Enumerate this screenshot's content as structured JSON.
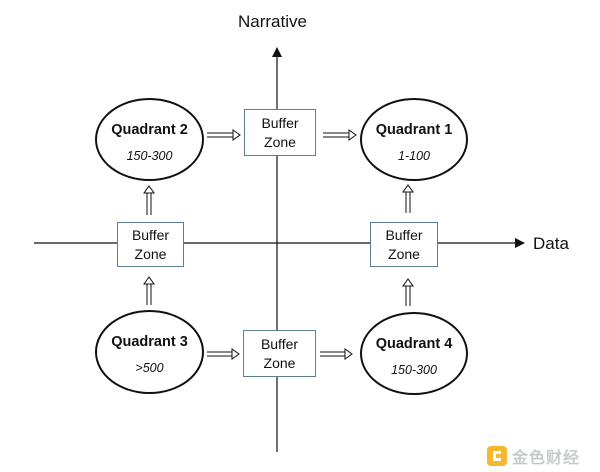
{
  "axes": {
    "vertical_label": "Narrative",
    "horizontal_label": "Data"
  },
  "quadrants": {
    "q1": {
      "title": "Quadrant 1",
      "range": "1-100"
    },
    "q2": {
      "title": "Quadrant 2",
      "range": "150-300"
    },
    "q3": {
      "title": "Quadrant 3",
      "range": ">500"
    },
    "q4": {
      "title": "Quadrant 4",
      "range": "150-300"
    }
  },
  "buffers": {
    "top": {
      "line1": "Buffer",
      "line2": "Zone"
    },
    "left": {
      "line1": "Buffer",
      "line2": "Zone"
    },
    "right": {
      "line1": "Buffer",
      "line2": "Zone"
    },
    "bottom": {
      "line1": "Buffer",
      "line2": "Zone"
    }
  },
  "watermark": {
    "text": "金色财经",
    "logo_color": "#f5b82e"
  }
}
